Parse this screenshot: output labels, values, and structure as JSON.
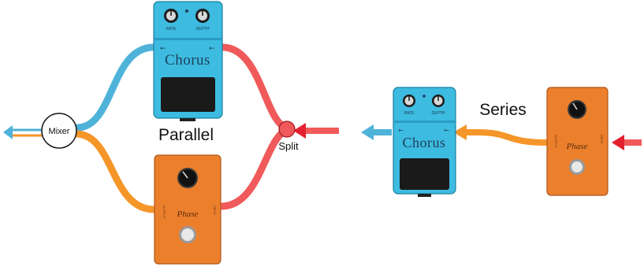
{
  "labels": {
    "parallel": "Parallel",
    "series": "Series",
    "mixer": "Mixer",
    "split": "Split"
  },
  "pedals": {
    "chorus": {
      "name": "Chorus",
      "knob_left": "RATE",
      "knob_right": "DEPTH"
    },
    "phase": {
      "name": "Phase",
      "jack_in": "INPUT",
      "jack_out": "OUTPUT"
    }
  },
  "colors": {
    "chorus_body": "#3dbbe0",
    "phase_body": "#ec7f2c",
    "cable_red": "#f05a5a",
    "cable_blue": "#4fb3d9",
    "cable_orange": "#f5962a",
    "arrow_red": "#e4202f"
  }
}
